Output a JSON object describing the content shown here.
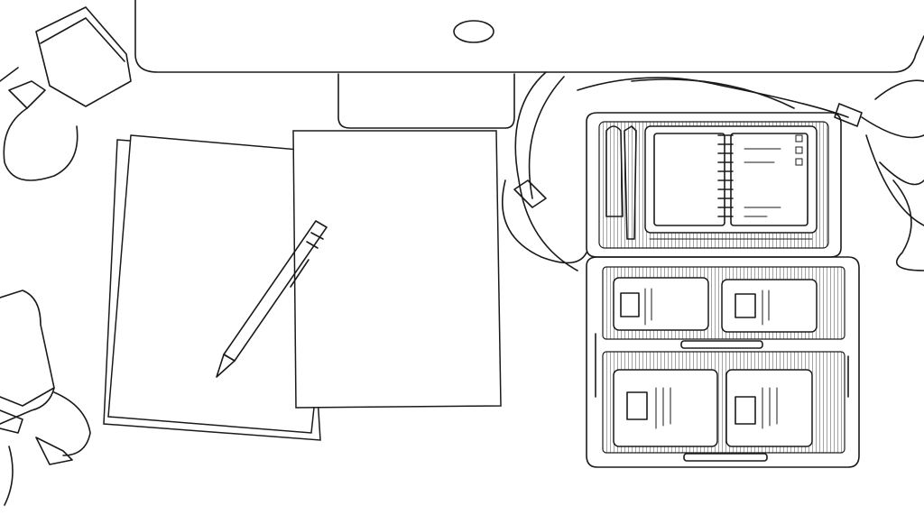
{
  "scene": {
    "style": "line-art",
    "ink_color": "#1a1a1a",
    "background_color": "#ffffff"
  },
  "objects": [
    {
      "name": "monitor",
      "icon": "monitor-edge"
    },
    {
      "name": "power-adapter-top-left",
      "icon": "adapter"
    },
    {
      "name": "power-adapter-bottom-left",
      "icon": "adapter"
    },
    {
      "name": "paper-stack-left",
      "icon": "paper-stack"
    },
    {
      "name": "paper-sheet-right",
      "icon": "paper-sheet"
    },
    {
      "name": "pencil",
      "icon": "pencil"
    },
    {
      "name": "cable-bundle",
      "icon": "cables"
    },
    {
      "name": "desk-organizer",
      "icon": "organizer-tray"
    },
    {
      "name": "spiral-notebook",
      "icon": "notebook"
    },
    {
      "name": "card-holders",
      "icon": "cards"
    }
  ]
}
